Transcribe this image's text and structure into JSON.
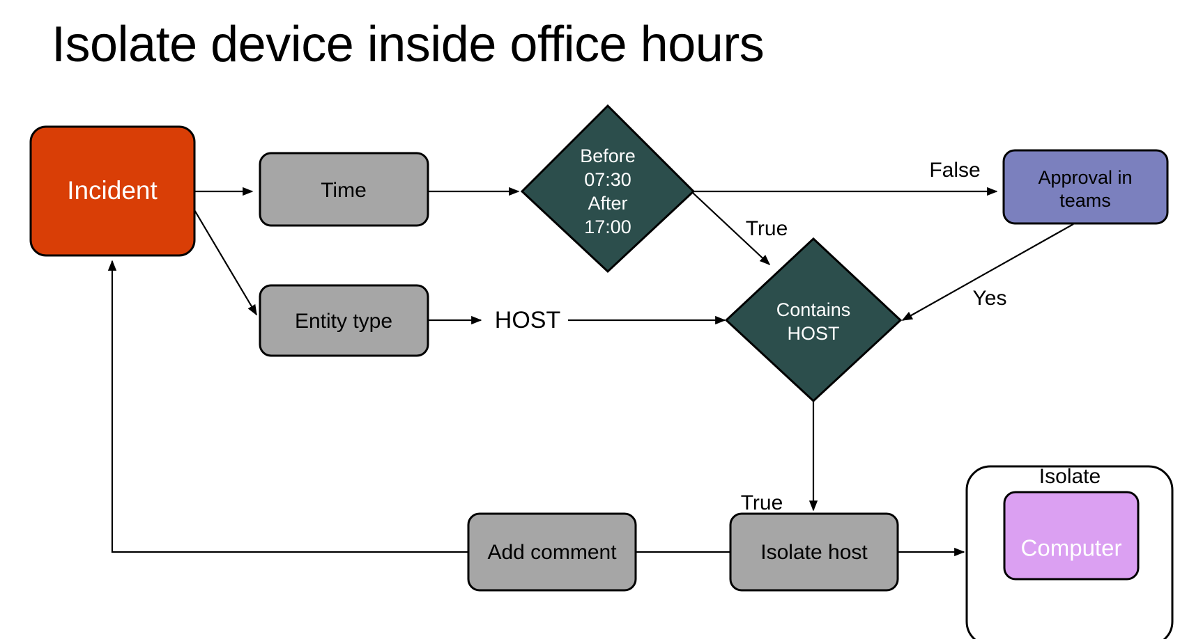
{
  "page": {
    "title": "Isolate device inside office hours",
    "background": "#ffffff"
  },
  "colors": {
    "incident": "#D93E06",
    "gray_box": "#A6A6A6",
    "diamond": "#2C4E4C",
    "approval": "#7B80BE",
    "computer": "#DBA0F2",
    "container": "#ffffff",
    "stroke": "#000000",
    "text_dark": "#000000",
    "text_light": "#ffffff"
  },
  "nodes": {
    "incident": {
      "label": "Incident",
      "shape": "rounded-rect"
    },
    "time": {
      "label": "Time",
      "shape": "rounded-rect"
    },
    "entity_type": {
      "label": "Entity type",
      "shape": "rounded-rect"
    },
    "host_text": {
      "label": "HOST",
      "shape": "text"
    },
    "time_decision": {
      "shape": "diamond",
      "line1": "Before",
      "line2": "07:30",
      "line3": "After",
      "line4": "17:00"
    },
    "contains_host": {
      "shape": "diamond",
      "line1": "Contains",
      "line2": "HOST"
    },
    "approval": {
      "shape": "rounded-rect",
      "line1": "Approval in",
      "line2": "teams"
    },
    "add_comment": {
      "label": "Add comment",
      "shape": "rounded-rect"
    },
    "isolate_host": {
      "label": "Isolate host",
      "shape": "rounded-rect"
    },
    "isolate_container": {
      "label": "Isolate",
      "shape": "rounded-rect-outline"
    },
    "computer": {
      "label": "Computer",
      "shape": "rounded-rect"
    }
  },
  "edges": [
    {
      "id": "incident-to-time",
      "label": ""
    },
    {
      "id": "incident-to-entity-type",
      "label": ""
    },
    {
      "id": "time-to-time-decision",
      "label": ""
    },
    {
      "id": "time-decision-to-approval",
      "label": "False"
    },
    {
      "id": "time-decision-to-contains-host",
      "label": "True"
    },
    {
      "id": "entity-type-to-host",
      "label": ""
    },
    {
      "id": "host-to-contains-host",
      "label": ""
    },
    {
      "id": "approval-to-contains-host",
      "label": "Yes"
    },
    {
      "id": "contains-host-to-isolate-host",
      "label": "True"
    },
    {
      "id": "isolate-host-to-computer",
      "label": ""
    },
    {
      "id": "add-comment-to-isolate-host",
      "label": ""
    },
    {
      "id": "add-comment-to-incident",
      "label": ""
    }
  ]
}
